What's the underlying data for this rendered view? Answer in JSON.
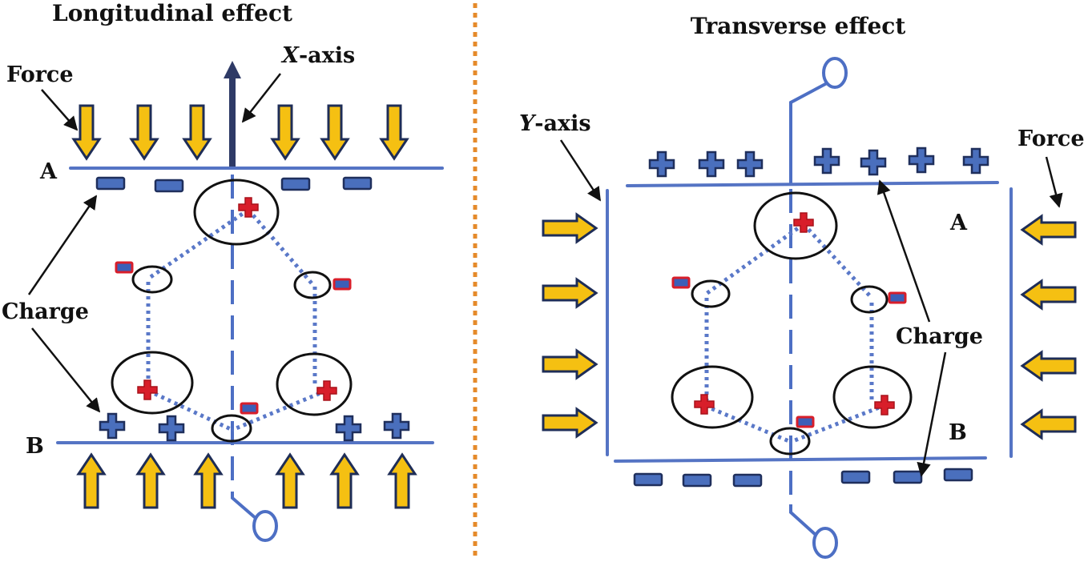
{
  "left_panel": {
    "title": "Longitudinal effect",
    "axis_label_letter": "X",
    "axis_label_rest": "-axis",
    "force_label": "Force",
    "charge_label": "Charge",
    "plate_a_label": "A",
    "plate_b_label": "B"
  },
  "right_panel": {
    "title": "Transverse effect",
    "axis_label_letter": "Y",
    "axis_label_rest": "-axis",
    "force_label": "Force",
    "charge_label": "Charge",
    "plate_a_label": "A",
    "plate_b_label": "B"
  },
  "colors": {
    "force_arrow": "#f5c012",
    "plate": "#5574c4",
    "ion_plus": "#d81e2a",
    "surface_charge": "#4a6fbd",
    "divider": "#e58a2a"
  }
}
